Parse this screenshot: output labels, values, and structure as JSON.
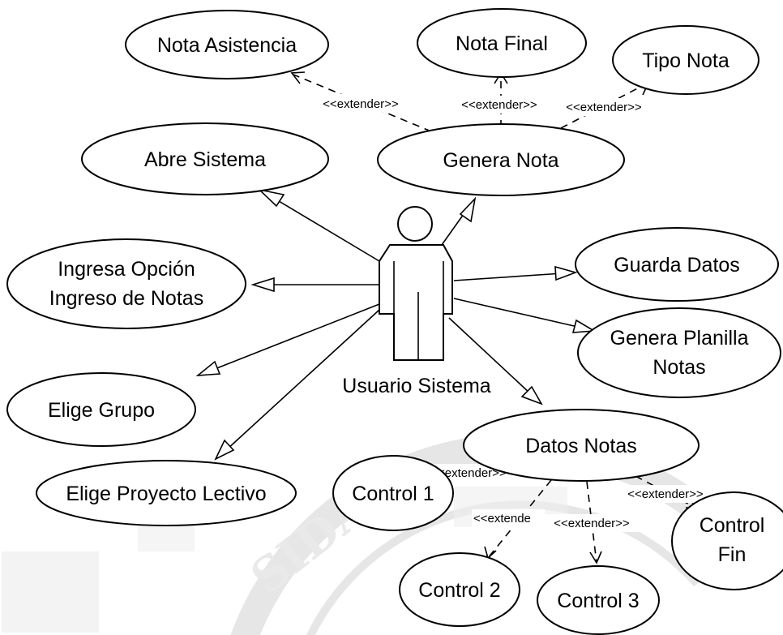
{
  "actor": {
    "label": "Usuario Sistema"
  },
  "use_cases": {
    "nota_asistencia": "Nota Asistencia",
    "nota_final": "Nota Final",
    "tipo_nota": "Tipo Nota",
    "abre_sistema": "Abre Sistema",
    "genera_nota": "Genera Nota",
    "ingresa_opcion": [
      "Ingresa Opción",
      "Ingreso de Notas"
    ],
    "guarda_datos": "Guarda Datos",
    "genera_planilla": [
      "Genera Planilla",
      "Notas"
    ],
    "elige_grupo": "Elige Grupo",
    "elige_proyecto": "Elige Proyecto Lectivo",
    "datos_notas": "Datos Notas",
    "control_1": "Control 1",
    "control_2": "Control 2",
    "control_3": "Control 3",
    "control_fin": [
      "Control",
      "Fin"
    ]
  },
  "stereotypes": {
    "ext_asistencia": "<<extender>>",
    "ext_final": "<<extender>>",
    "ext_tipo": "<<extender>>",
    "ext_control_1": "<<extender>>",
    "ext_control_2": "<<extende",
    "ext_control_3": "<<extender>>",
    "ext_control_fin": "<<extender>>"
  },
  "watermark": {
    "text": "SIDAD",
    "color": "#e6e6e6"
  }
}
